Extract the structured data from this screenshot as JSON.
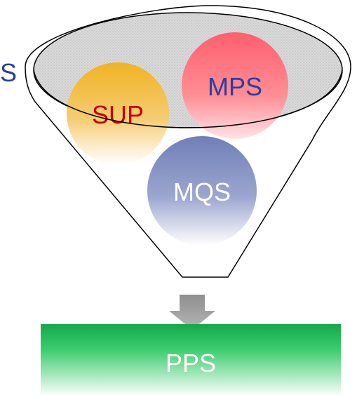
{
  "diagram": {
    "left_edge_text": "S",
    "nodes": {
      "sup": {
        "label": "SUP",
        "color": "#f0b323",
        "text_color": "#c00000"
      },
      "mps": {
        "label": "MPS",
        "color": "#ff5f6d",
        "text_color": "#2a3f9e"
      },
      "mqs": {
        "label": "MQS",
        "color": "#6f7fb8",
        "text_color": "#ffffff"
      },
      "pps": {
        "label": "PPS",
        "color": "#1db954",
        "text_color": "#ffffff"
      }
    },
    "arrow_color": "#9a9a9a",
    "funnel_stroke": "#000000"
  }
}
